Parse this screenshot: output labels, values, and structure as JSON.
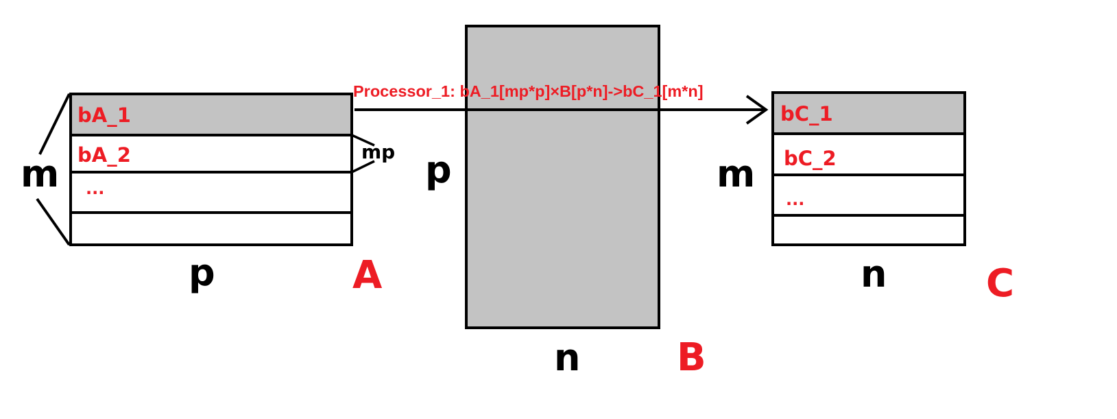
{
  "colors": {
    "highlight": "#c3c3c3",
    "stroke": "#000000",
    "label_red": "#ed1c24",
    "background": "#ffffff"
  },
  "matrix_a": {
    "name": "A",
    "rows_label": "m",
    "cols_label": "p",
    "block_size_label": "mp",
    "blocks": [
      "bA_1",
      "bA_2",
      "...",
      ""
    ]
  },
  "matrix_b": {
    "name": "B",
    "rows_label": "p",
    "cols_label": "n"
  },
  "matrix_c": {
    "name": "C",
    "rows_label": "m",
    "cols_label": "n",
    "blocks": [
      "bC_1",
      "bC_2",
      "...",
      ""
    ]
  },
  "arrow": {
    "caption": "Processor_1: bA_1[mp*p]×B[p*n]->bC_1[m*n]"
  }
}
